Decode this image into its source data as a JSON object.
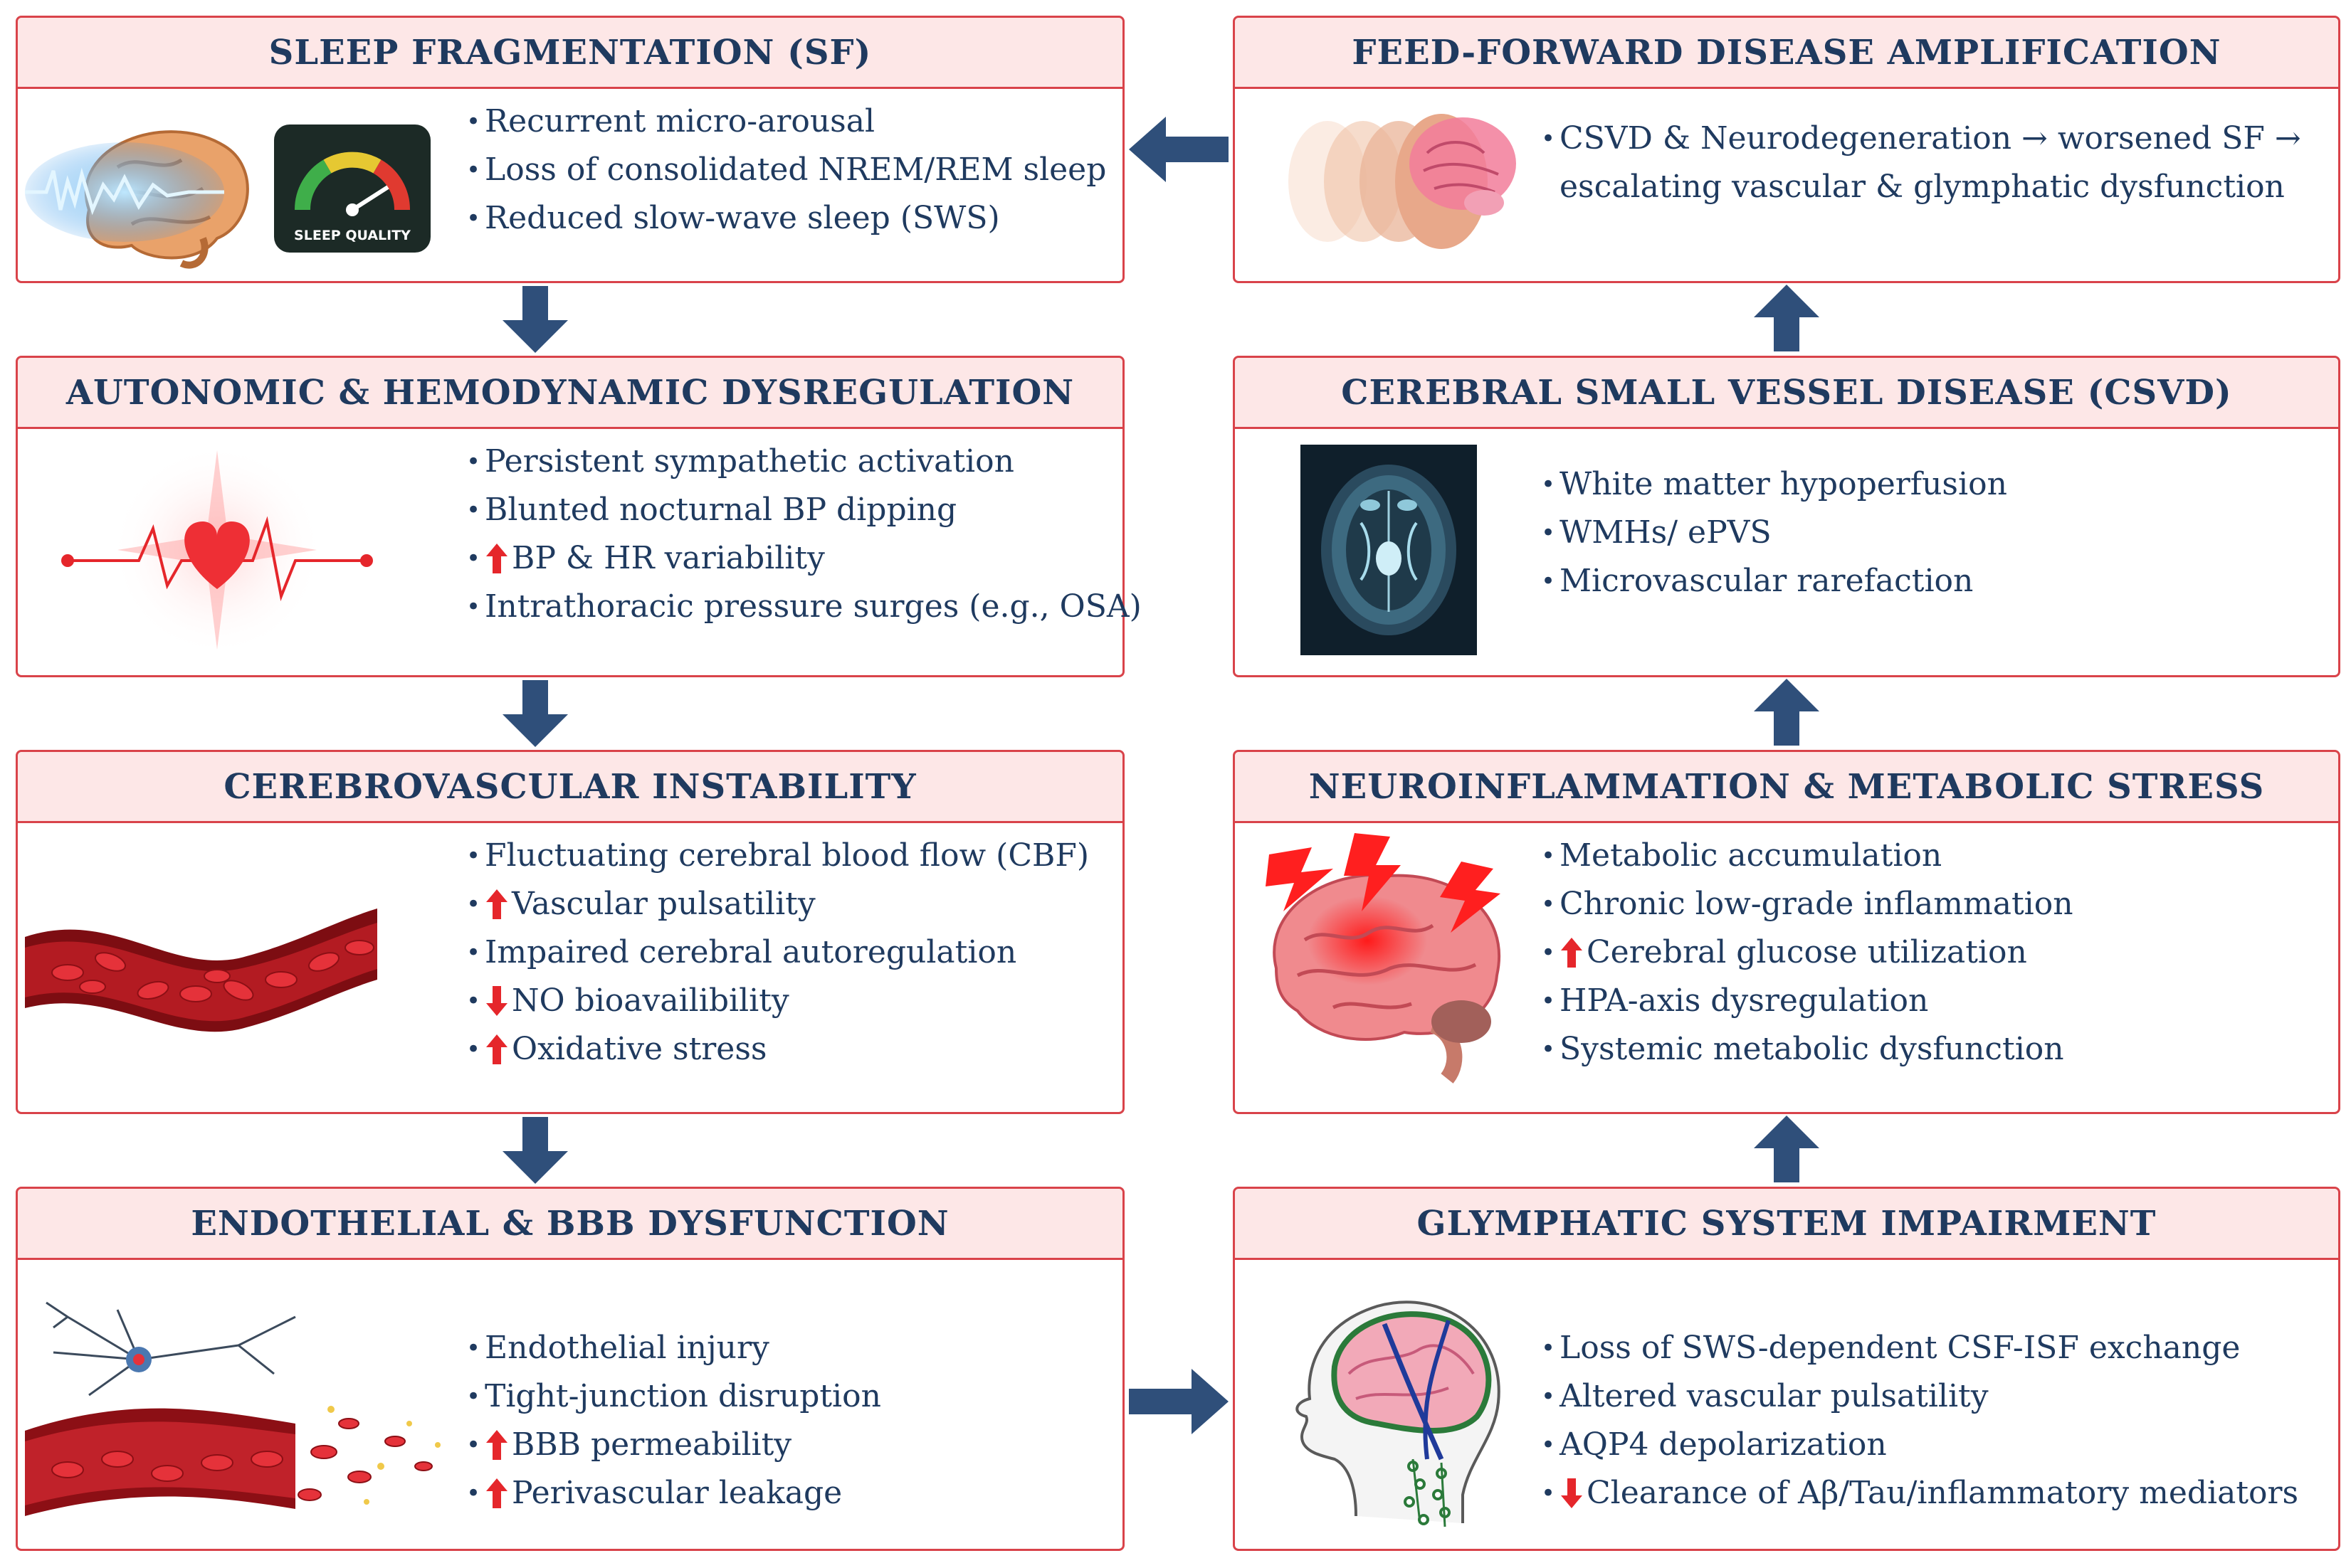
{
  "colors": {
    "border": "#d9434a",
    "header_fill": "#fde7e7",
    "text": "#1f3a5f",
    "arrow": "#2f4f7a",
    "marker_up": "#e5262b",
    "marker_down": "#e5262b"
  },
  "boxes": {
    "sf": {
      "title": "SLEEP FRAGMENTATION (SF)",
      "badge": "SLEEP QUALITY",
      "items": [
        {
          "marker": "",
          "text": "Recurrent micro-arousal"
        },
        {
          "marker": "",
          "text": "Loss of consolidated NREM/REM sleep"
        },
        {
          "marker": "",
          "text": "Reduced slow-wave sleep (SWS)"
        }
      ]
    },
    "autonomic": {
      "title": "AUTONOMIC & HEMODYNAMIC DYSREGULATION",
      "items": [
        {
          "marker": "",
          "text": "Persistent sympathetic activation"
        },
        {
          "marker": "",
          "text": "Blunted nocturnal BP dipping"
        },
        {
          "marker": "up",
          "text": "BP & HR variability"
        },
        {
          "marker": "",
          "text": "Intrathoracic pressure surges (e.g., OSA)"
        }
      ]
    },
    "cerebro": {
      "title": "CEREBROVASCULAR INSTABILITY",
      "items": [
        {
          "marker": "",
          "text": "Fluctuating cerebral blood flow (CBF)"
        },
        {
          "marker": "up",
          "text": "Vascular pulsatility"
        },
        {
          "marker": "",
          "text": "Impaired cerebral autoregulation"
        },
        {
          "marker": "down",
          "text": "NO bioavailibility"
        },
        {
          "marker": "up",
          "text": "Oxidative stress"
        }
      ]
    },
    "endothelial": {
      "title": "ENDOTHELIAL & BBB DYSFUNCTION",
      "items": [
        {
          "marker": "",
          "text": "Endothelial injury"
        },
        {
          "marker": "",
          "text": "Tight-junction disruption"
        },
        {
          "marker": "up",
          "text": "BBB permeability"
        },
        {
          "marker": "up",
          "text": "Perivascular leakage"
        }
      ]
    },
    "feedforward": {
      "title": "FEED-FORWARD DISEASE AMPLIFICATION",
      "items": [
        {
          "marker": "",
          "text": "CSVD & Neurodegeneration → worsened SF →"
        },
        {
          "marker": "none",
          "text": "escalating vascular & glymphatic dysfunction"
        }
      ]
    },
    "csvd": {
      "title": "CEREBRAL SMALL VESSEL DISEASE (CSVD)",
      "items": [
        {
          "marker": "",
          "text": "White matter hypoperfusion"
        },
        {
          "marker": "",
          "text": "WMHs/ ePVS"
        },
        {
          "marker": "",
          "text": "Microvascular rarefaction"
        }
      ]
    },
    "neuro": {
      "title": "NEUROINFLAMMATION & METABOLIC STRESS",
      "items": [
        {
          "marker": "",
          "text": "Metabolic accumulation"
        },
        {
          "marker": "",
          "text": "Chronic low-grade inflammation"
        },
        {
          "marker": "up",
          "text": "Cerebral glucose utilization"
        },
        {
          "marker": "",
          "text": "HPA-axis dysregulation"
        },
        {
          "marker": "",
          "text": "Systemic metabolic dysfunction"
        }
      ]
    },
    "glymph": {
      "title": "GLYMPHATIC SYSTEM IMPAIRMENT",
      "items": [
        {
          "marker": "",
          "text": "Loss of SWS-dependent CSF-ISF exchange"
        },
        {
          "marker": "",
          "text": "Altered vascular pulsatility"
        },
        {
          "marker": "",
          "text": "AQP4 depolarization"
        },
        {
          "marker": "down",
          "text": "Clearance of Aβ/Tau/inflammatory mediators"
        }
      ]
    }
  },
  "icons": {
    "sf": "brain-wave-icon",
    "gauge": "sleep-gauge-icon",
    "heart": "heartbeat-icon",
    "vessel": "blood-vessel-icon",
    "neuron": "neuron-vessel-icon",
    "faces": "aging-faces-icon",
    "mri": "mri-scan-icon",
    "brain": "inflamed-brain-icon",
    "head": "glymphatic-head-icon"
  }
}
